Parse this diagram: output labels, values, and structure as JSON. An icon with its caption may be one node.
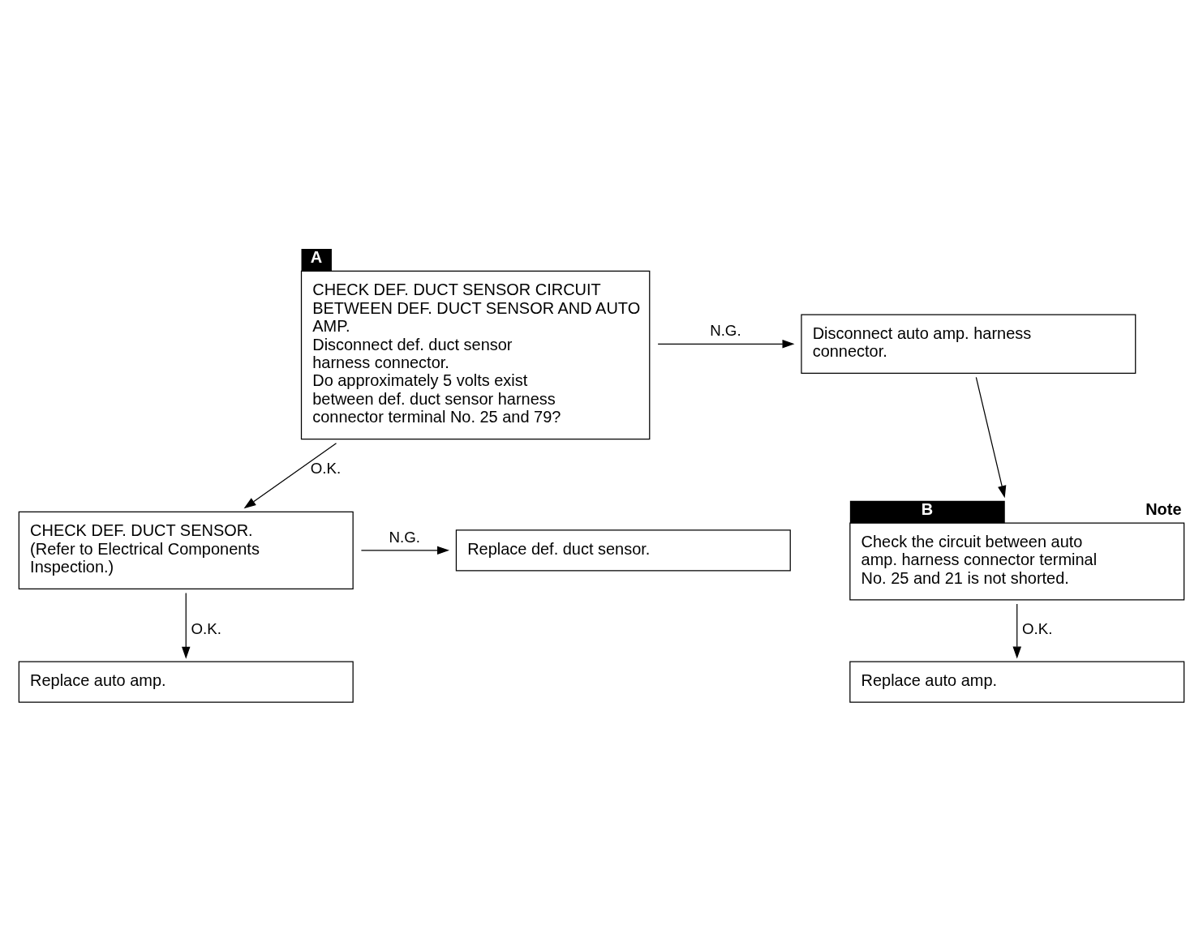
{
  "diagram": {
    "nodes": [
      {
        "text": [
          "CHECK DEF. DUCT SENSOR CIRCUIT BETWEEN DEF. DUCT SENSOR AND AUTO AMP.",
          "Disconnect def. duct sensor harness connector.",
          "Do approximately 5 volts exist between def. duct sensor harness connector terminal No. 25 and 79?"
        ],
        "beside": [
          "A"
        ]
      },
      {
        "text": [
          "Disconnect auto amp. harness connector."
        ]
      },
      {
        "text": [
          "Check the circuit between auto amp. harness connector terminal No. 25 and 21 is not shorted."
        ],
        "beside": [
          "B",
          "Note"
        ]
      },
      {
        "text": [
          "Replace auto amp."
        ]
      },
      {
        "text": [
          "CHECK DEF. DUCT SENSOR.",
          "(Refer to Electrical Components Inspection.)"
        ]
      },
      {
        "text": [
          "Replace def. duct sensor."
        ]
      },
      {
        "text": [
          "Replace auto amp."
        ]
      }
    ],
    "edges": [
      {
        "from": 0,
        "to": 1,
        "arrow": "to",
        "label": "N.G."
      },
      {
        "from": 1,
        "to": 2,
        "arrow": "to"
      },
      {
        "from": 2,
        "to": 3,
        "arrow": "to",
        "label": "O.K."
      },
      {
        "from": 0,
        "to": 4,
        "arrow": "to",
        "label": "O.K."
      },
      {
        "from": 4,
        "to": 5,
        "arrow": "to",
        "label": "N.G."
      },
      {
        "from": 4,
        "to": 6,
        "arrow": "to",
        "label": "O.K."
      }
    ]
  }
}
